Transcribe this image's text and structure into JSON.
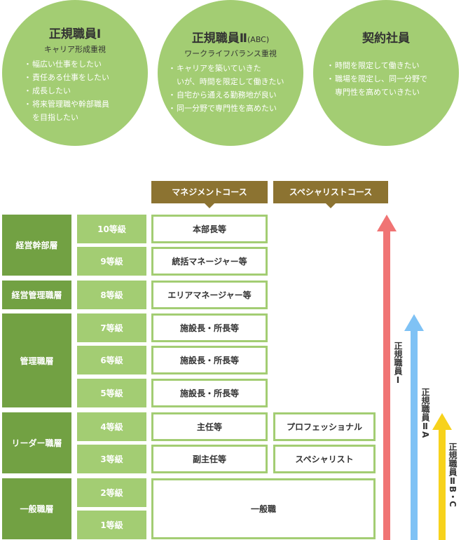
{
  "circles": [
    {
      "title": "正規職員Ⅰ",
      "subtitle": "キャリア形成重視",
      "items": [
        "幅広い仕事をしたい",
        "責任ある仕事をしたい",
        "成長したい",
        "将来管理職や幹部職員\nを目指したい"
      ]
    },
    {
      "title": "正規職員Ⅱ",
      "title_suffix": "(ABC)",
      "subtitle": "ワークライフバランス重視",
      "items": [
        "キャリアを築いていきた\nいが、時間を限定して働きたい",
        "自宅から通える勤務地が良い",
        "同一分野で専門性を高めたい"
      ]
    },
    {
      "title": "契約社員",
      "subtitle": "",
      "items": [
        "時間を限定して働きたい",
        "職場を限定し、同一分野で\n専門性を高めていきたい"
      ]
    }
  ],
  "courses": {
    "management": "マネジメントコース",
    "specialist": "スペシャリストコース"
  },
  "layers": [
    "経営幹部層",
    "経営管理職層",
    "管理職層",
    "リーダー職層",
    "一般職層"
  ],
  "grades": [
    "10等級",
    "9等級",
    "8等級",
    "7等級",
    "6等級",
    "5等級",
    "4等級",
    "3等級",
    "2等級",
    "1等級"
  ],
  "management_positions": [
    "本部長等",
    "統括マネージャー等",
    "エリアマネージャー等",
    "施設長・所長等",
    "施設長・所長等",
    "施設長・所長等",
    "主任等",
    "副主任等",
    "一般職"
  ],
  "specialist_positions": [
    "プロフェッショナル",
    "スペシャリスト"
  ],
  "arrows": [
    {
      "label": "正規職員Ⅰ",
      "color": "#f07474"
    },
    {
      "label": "正規職員ⅡA",
      "color": "#7fc2f5"
    },
    {
      "label": "正規職員ⅡB・C",
      "color": "#f7d21c"
    }
  ],
  "colors": {
    "circle": "#a3cd73",
    "layer": "#72a143",
    "grade": "#a3cd73",
    "course_header": "#8c7331"
  }
}
